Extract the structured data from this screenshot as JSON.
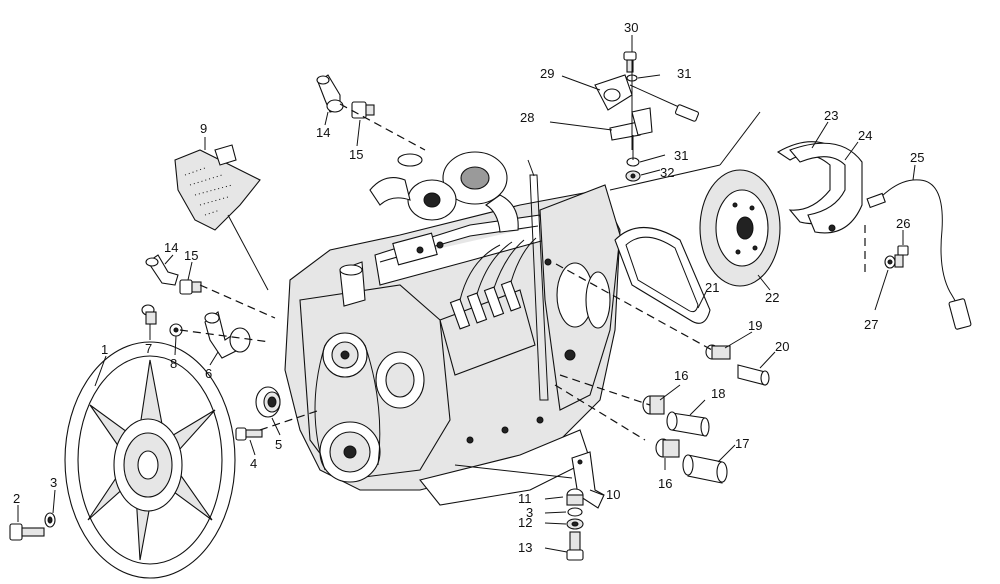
{
  "diagram": {
    "labels": {
      "l1": "1",
      "l2": "2",
      "l3a": "3",
      "l3b": "3",
      "l4": "4",
      "l5": "5",
      "l6": "6",
      "l7": "7",
      "l8": "8",
      "l9": "9",
      "l10": "10",
      "l11": "11",
      "l12": "12",
      "l13": "13",
      "l14a": "14",
      "l14b": "14",
      "l15a": "15",
      "l15b": "15",
      "l16a": "16",
      "l16b": "16",
      "l17": "17",
      "l18": "18",
      "l19": "19",
      "l20": "20",
      "l21": "21",
      "l22": "22",
      "l23": "23",
      "l24": "24",
      "l25": "25",
      "l26": "26",
      "l27": "27",
      "l28": "28",
      "l29": "29",
      "l30": "30",
      "l31a": "31",
      "l31b": "31",
      "l32": "32"
    }
  }
}
